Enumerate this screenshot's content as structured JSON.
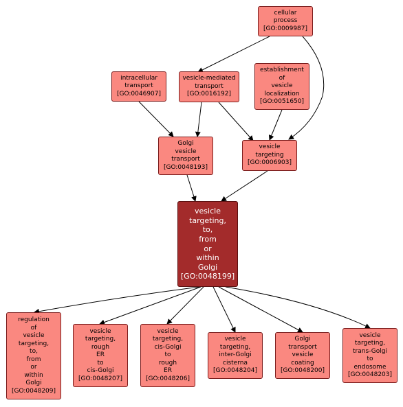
{
  "nodes": {
    "cellular_process": [
      "cellular",
      "process",
      "[GO:0009987]"
    ],
    "intracellular_transport": [
      "intracellular",
      "transport",
      "[GO:0046907]"
    ],
    "vesicle_mediated_transport": [
      "vesicle-mediated",
      "transport",
      "[GO:0016192]"
    ],
    "establishment_vesicle_localization": [
      "establishment",
      "of",
      "vesicle",
      "localization",
      "[GO:0051650]"
    ],
    "golgi_vesicle_transport": [
      "Golgi",
      "vesicle",
      "transport",
      "[GO:0048193]"
    ],
    "vesicle_targeting": [
      "vesicle",
      "targeting",
      "[GO:0006903]"
    ],
    "focus": [
      "vesicle",
      "targeting,",
      "to,",
      "from",
      "or",
      "within",
      "Golgi",
      "[GO:0048199]"
    ],
    "regulation": [
      "regulation",
      "of",
      "vesicle",
      "targeting,",
      "to,",
      "from",
      "or",
      "within",
      "Golgi",
      "[GO:0048209]"
    ],
    "rough_er_to_cis_golgi": [
      "vesicle",
      "targeting,",
      "rough",
      "ER",
      "to",
      "cis-Golgi",
      "[GO:0048207]"
    ],
    "cis_golgi_to_rough_er": [
      "vesicle",
      "targeting,",
      "cis-Golgi",
      "to",
      "rough",
      "ER",
      "[GO:0048206]"
    ],
    "inter_golgi": [
      "vesicle",
      "targeting,",
      "inter-Golgi",
      "cisterna",
      "[GO:0048204]"
    ],
    "golgi_transport_coating": [
      "Golgi",
      "transport",
      "vesicle",
      "coating",
      "[GO:0048200]"
    ],
    "trans_golgi_to_endosome": [
      "vesicle",
      "targeting,",
      "trans-Golgi",
      "to",
      "endosome",
      "[GO:0048203]"
    ]
  },
  "colors": {
    "node_fill": "#fa8880",
    "focus_fill": "#a32b2b",
    "edge": "#000000"
  }
}
